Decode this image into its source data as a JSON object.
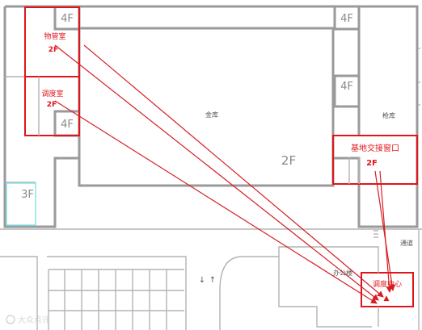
{
  "rooms": {
    "wuguan": {
      "name": "物管室",
      "floor": "2F"
    },
    "diaodu": {
      "name": "调度室",
      "floor": "2F"
    },
    "jiaojie": {
      "name": "基地交接窗口",
      "floor": "2F"
    },
    "center": {
      "name": "调度中心",
      "marker": "▲"
    }
  },
  "areas": {
    "left_top_floor": "4F",
    "left_mid_floor": "4F",
    "right_top_floor": "4F",
    "right_mid_floor": "4F",
    "left_bottom_floor": "3F",
    "main_floor": "2F",
    "warehouse_main": "金库",
    "warehouse_right": "枪库",
    "office": "办公楼",
    "passage": "通道"
  },
  "watermark": "大众点评",
  "colors": {
    "accent": "#e0151b",
    "wall": "#9a9a9a",
    "cyan": "#7fe3e8"
  }
}
